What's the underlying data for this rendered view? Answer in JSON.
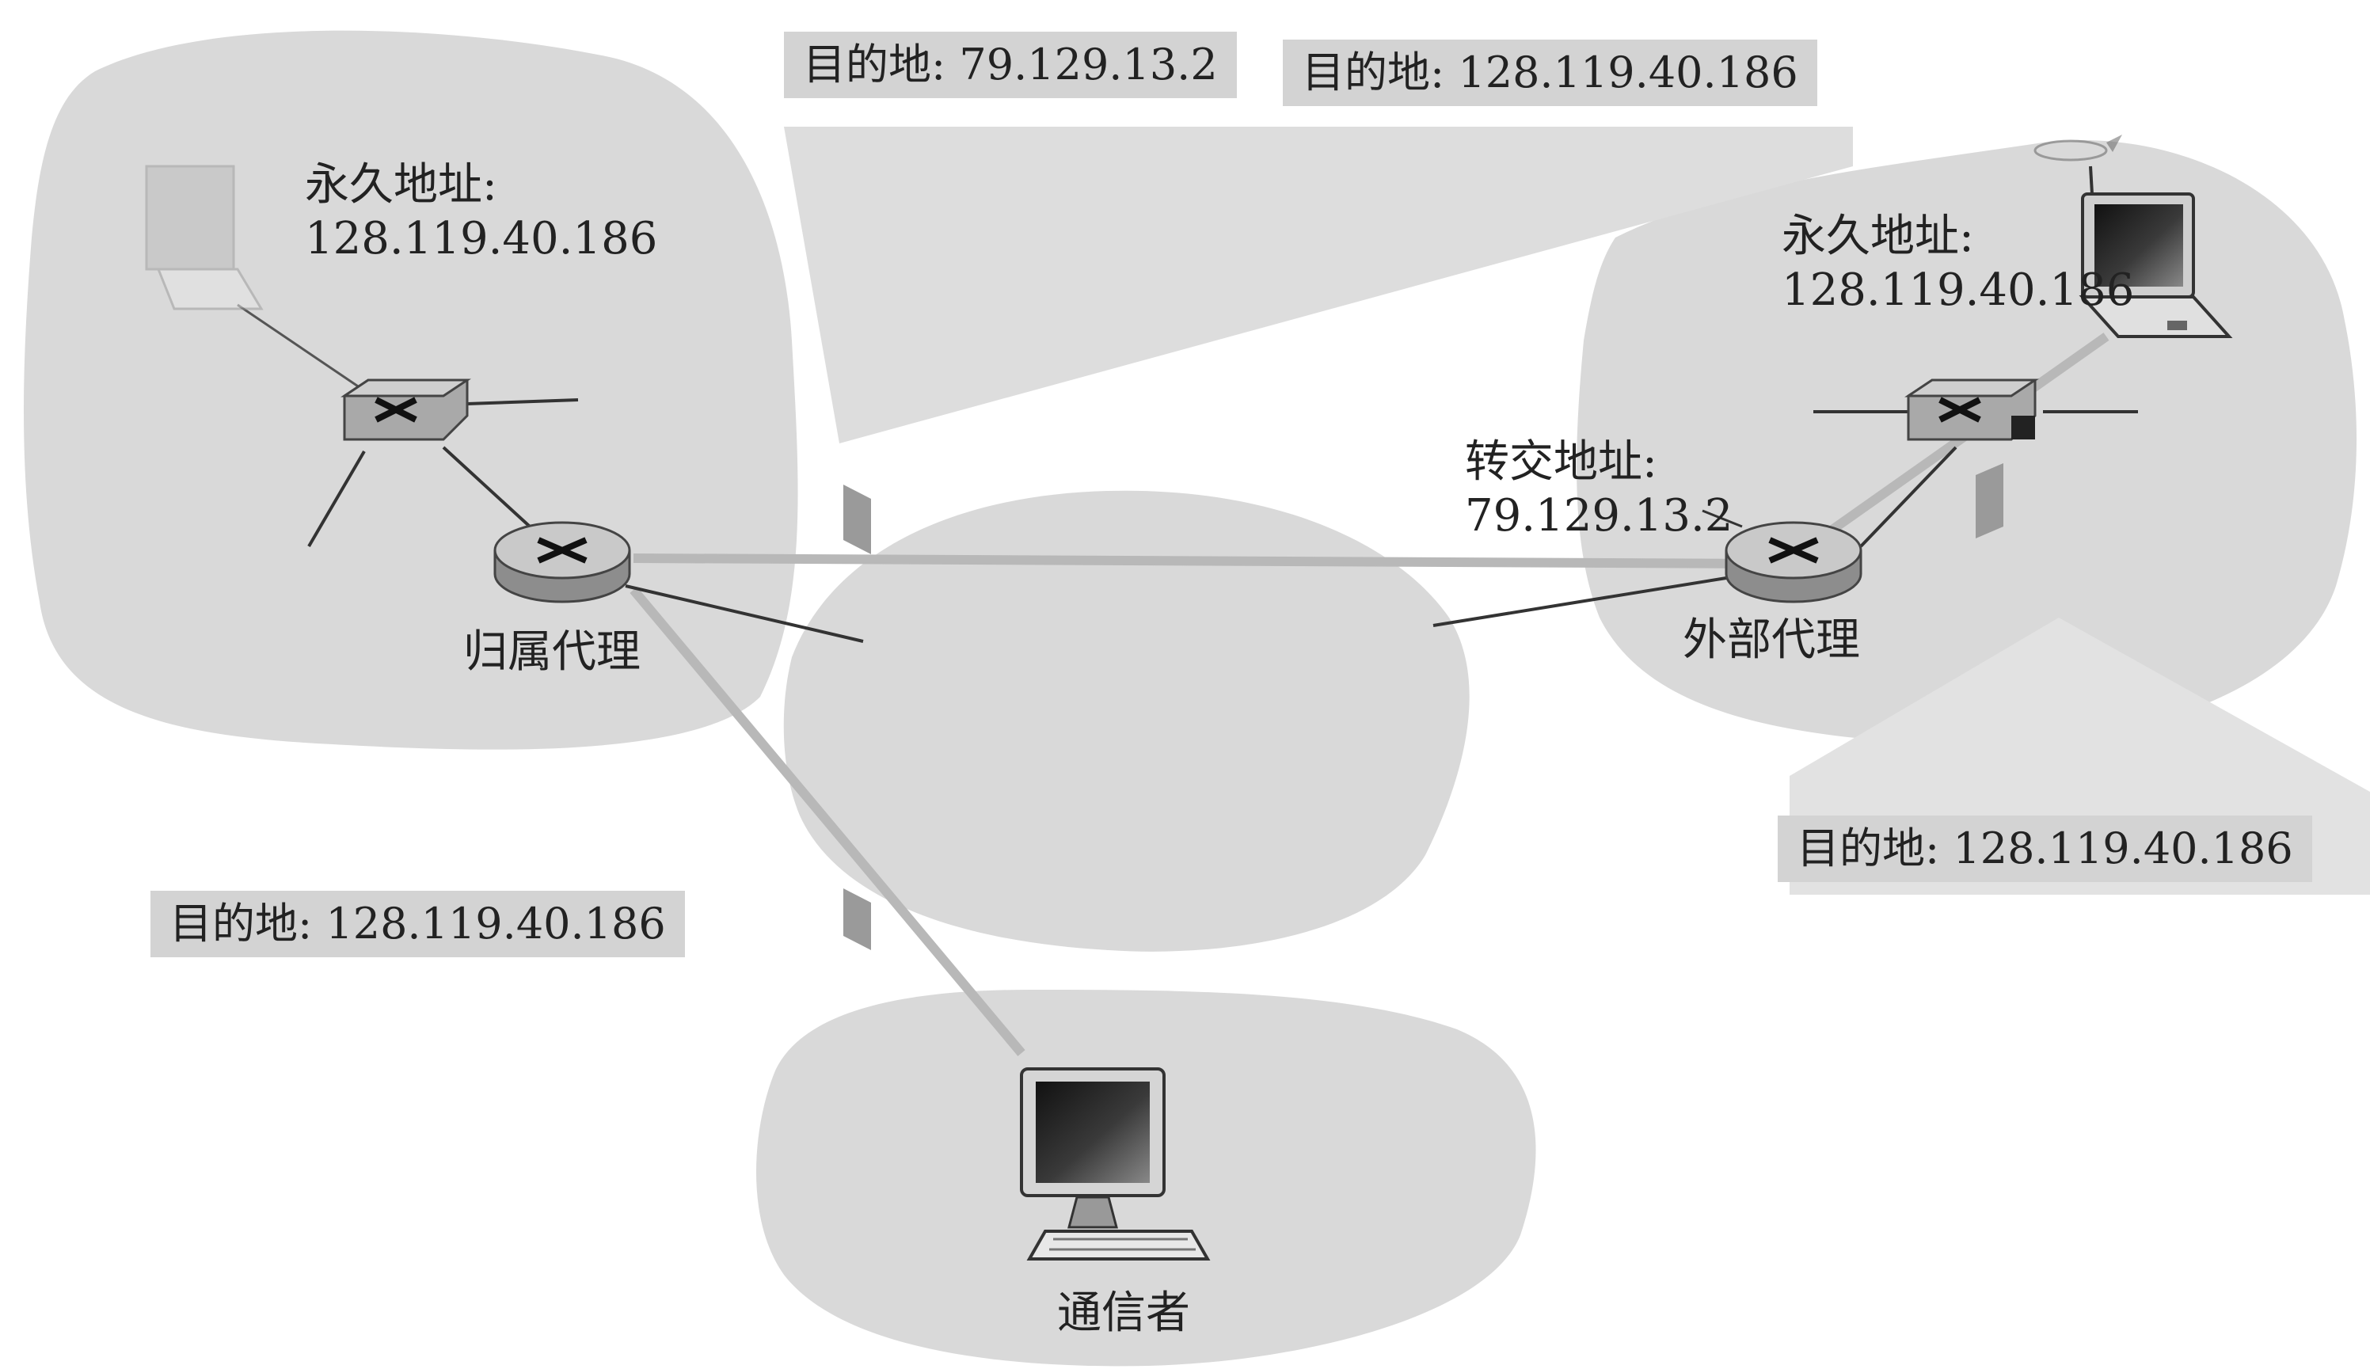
{
  "labels": {
    "home_permanent_address_title": "永久地址:",
    "home_permanent_address_value": "128.119.40.186",
    "home_agent": "归属代理",
    "foreign_permanent_address_title": "永久地址:",
    "foreign_permanent_address_value": "128.119.40.186",
    "care_of_address_title": "转交地址:",
    "care_of_address_value": "79.129.13.2",
    "foreign_agent": "外部代理",
    "correspondent": "通信者"
  },
  "packets": {
    "encapsulated_outer_dest": "目的地: 79.129.13.2",
    "encapsulated_inner_dest": "目的地: 128.119.40.186",
    "original_dest": "目的地: 128.119.40.186",
    "decapsulated_dest": "目的地: 128.119.40.186"
  },
  "colors": {
    "network_cloud": "#d9d9d9",
    "packet_box": "#d3d3d3",
    "tunnel_line": "#b8b8b8",
    "link_line": "#333333"
  },
  "icons": [
    "router-icon",
    "switch-icon",
    "laptop-icon",
    "desktop-computer-icon"
  ]
}
